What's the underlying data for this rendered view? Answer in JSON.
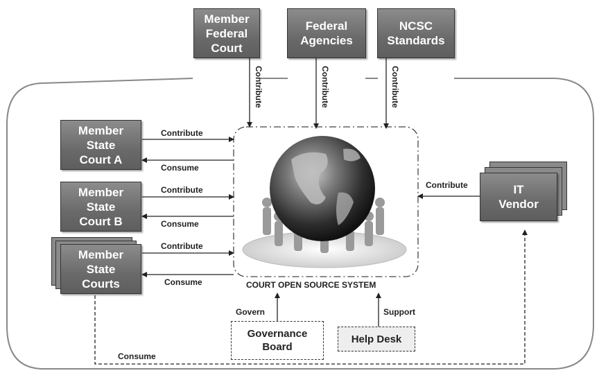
{
  "top_boxes": {
    "federal_court": "Member\nFederal\nCourt",
    "federal_agencies": "Federal\nAgencies",
    "ncsc": "NCSC\nStandards"
  },
  "left_boxes": {
    "court_a": "Member\nState\nCourt A",
    "court_b": "Member\nState\nCourt B",
    "courts": "Member\nState\nCourts"
  },
  "vendor_box": "IT\nVendor",
  "center_label": "COURT OPEN SOURCE SYSTEM",
  "governance_board": "Governance\nBoard",
  "help_desk": "Help Desk",
  "labels": {
    "contribute": "Contribute",
    "consume": "Consume",
    "govern": "Govern",
    "support": "Support"
  },
  "colors": {
    "box_fill": "#7a7a7a",
    "line": "#333333",
    "frame": "#888888"
  }
}
